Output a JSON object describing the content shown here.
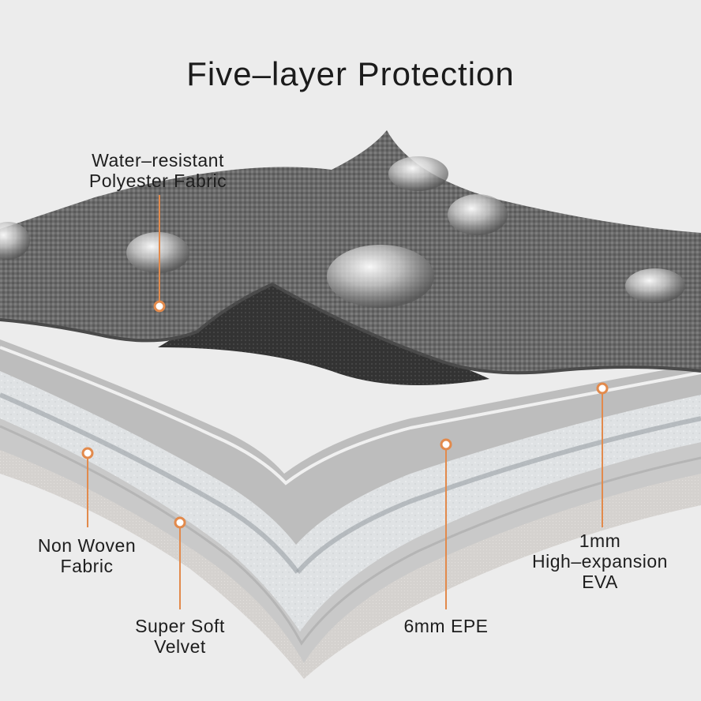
{
  "title": "Five–layer Protection",
  "layers": [
    {
      "id": "water",
      "lines": [
        "Water–resistant",
        "Polyester Fabric"
      ]
    },
    {
      "id": "eva",
      "lines": [
        "1mm",
        "High–expansion",
        "EVA"
      ]
    },
    {
      "id": "epe",
      "lines": [
        "6mm EPE"
      ]
    },
    {
      "id": "nonwoven",
      "lines": [
        "Non Woven",
        "Fabric"
      ]
    },
    {
      "id": "velvet",
      "lines": [
        "Super Soft",
        "Velvet"
      ]
    }
  ],
  "colors": {
    "background": "#ececec",
    "fabric_top": "#6b6b6b",
    "fabric_dark": "#3a3a3a",
    "eva": "#bdbdbd",
    "epe": "#d9dde0",
    "nonwoven": "#c9c9c9",
    "velvet": "#d6d4d2",
    "marker": "#e28a4c"
  }
}
